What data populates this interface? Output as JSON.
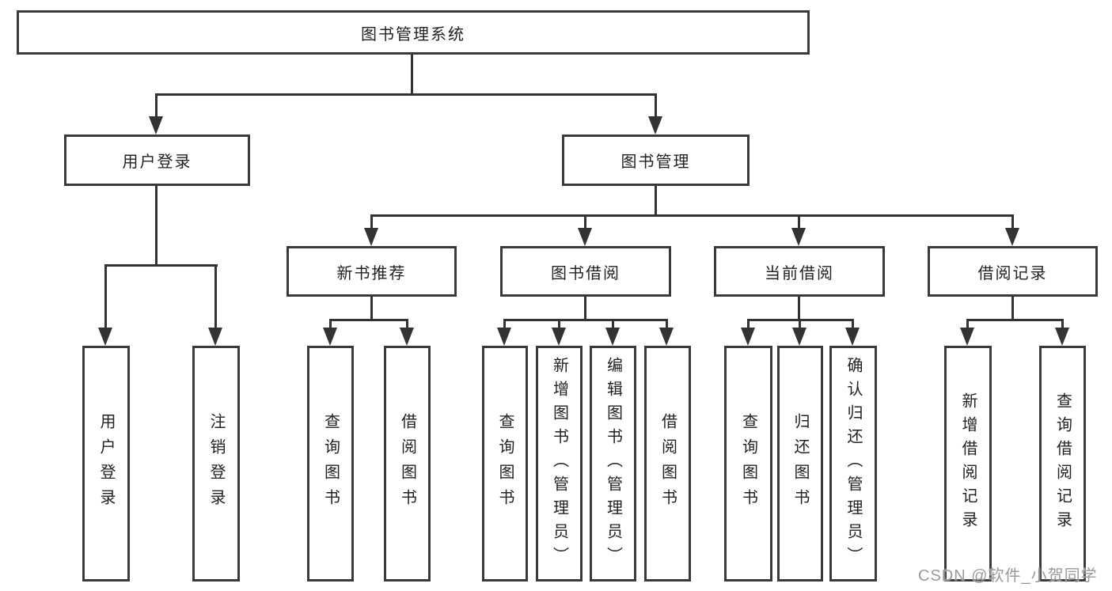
{
  "title": "图书管理系统",
  "tree": {
    "label": "图书管理系统",
    "children": [
      {
        "label": "用户登录",
        "children": [
          {
            "label": "用户登录"
          },
          {
            "label": "注销登录"
          }
        ]
      },
      {
        "label": "图书管理",
        "children": [
          {
            "label": "新书推荐",
            "children": [
              {
                "label": "查询图书"
              },
              {
                "label": "借阅图书"
              }
            ]
          },
          {
            "label": "图书借阅",
            "children": [
              {
                "label": "查询图书"
              },
              {
                "label": "新增图书（管理员）"
              },
              {
                "label": "编辑图书（管理员）"
              },
              {
                "label": "借阅图书"
              }
            ]
          },
          {
            "label": "当前借阅",
            "children": [
              {
                "label": "查询图书"
              },
              {
                "label": "归还图书"
              },
              {
                "label": "确认归还（管理员）"
              }
            ]
          },
          {
            "label": "借阅记录",
            "children": [
              {
                "label": "新增借阅记录"
              },
              {
                "label": "查询借阅记录"
              }
            ]
          }
        ]
      }
    ]
  },
  "watermark": {
    "text": "CSDN @软件_小贺同学"
  },
  "colors": {
    "line": "#333333",
    "border": "#3a3a3a",
    "text": "#222222",
    "bg": "#ffffff",
    "watermark": "#9a9a9a"
  }
}
